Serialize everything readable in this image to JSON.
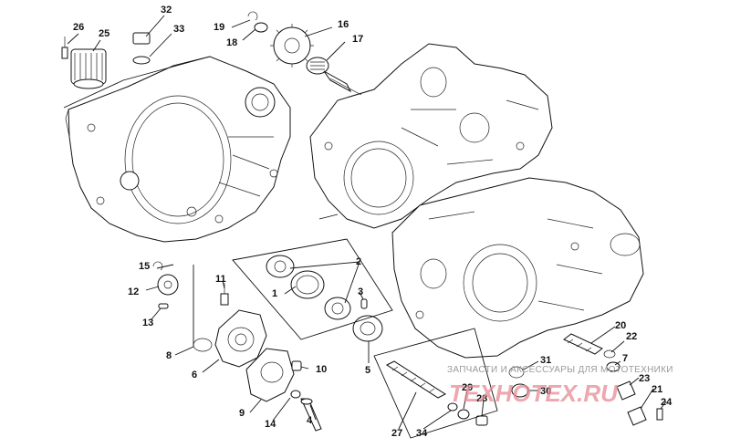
{
  "callouts": [
    "1",
    "2",
    "3",
    "4",
    "5",
    "6",
    "7",
    "8",
    "9",
    "10",
    "11",
    "12",
    "13",
    "14",
    "15",
    "16",
    "17",
    "18",
    "19",
    "20",
    "21",
    "22",
    "23",
    "24",
    "25",
    "26",
    "27",
    "28",
    "29",
    "30",
    "31",
    "32",
    "33",
    "34"
  ],
  "watermark": {
    "text": "ЗАПЧАСТИ И АКСЕССУАРЫ ДЛЯ МОТОТЕХНИКИ",
    "logo": "ТЕХНОТЕХ.RU",
    "logo_color": "#e88a94",
    "text_color": "#9a9a9a"
  }
}
